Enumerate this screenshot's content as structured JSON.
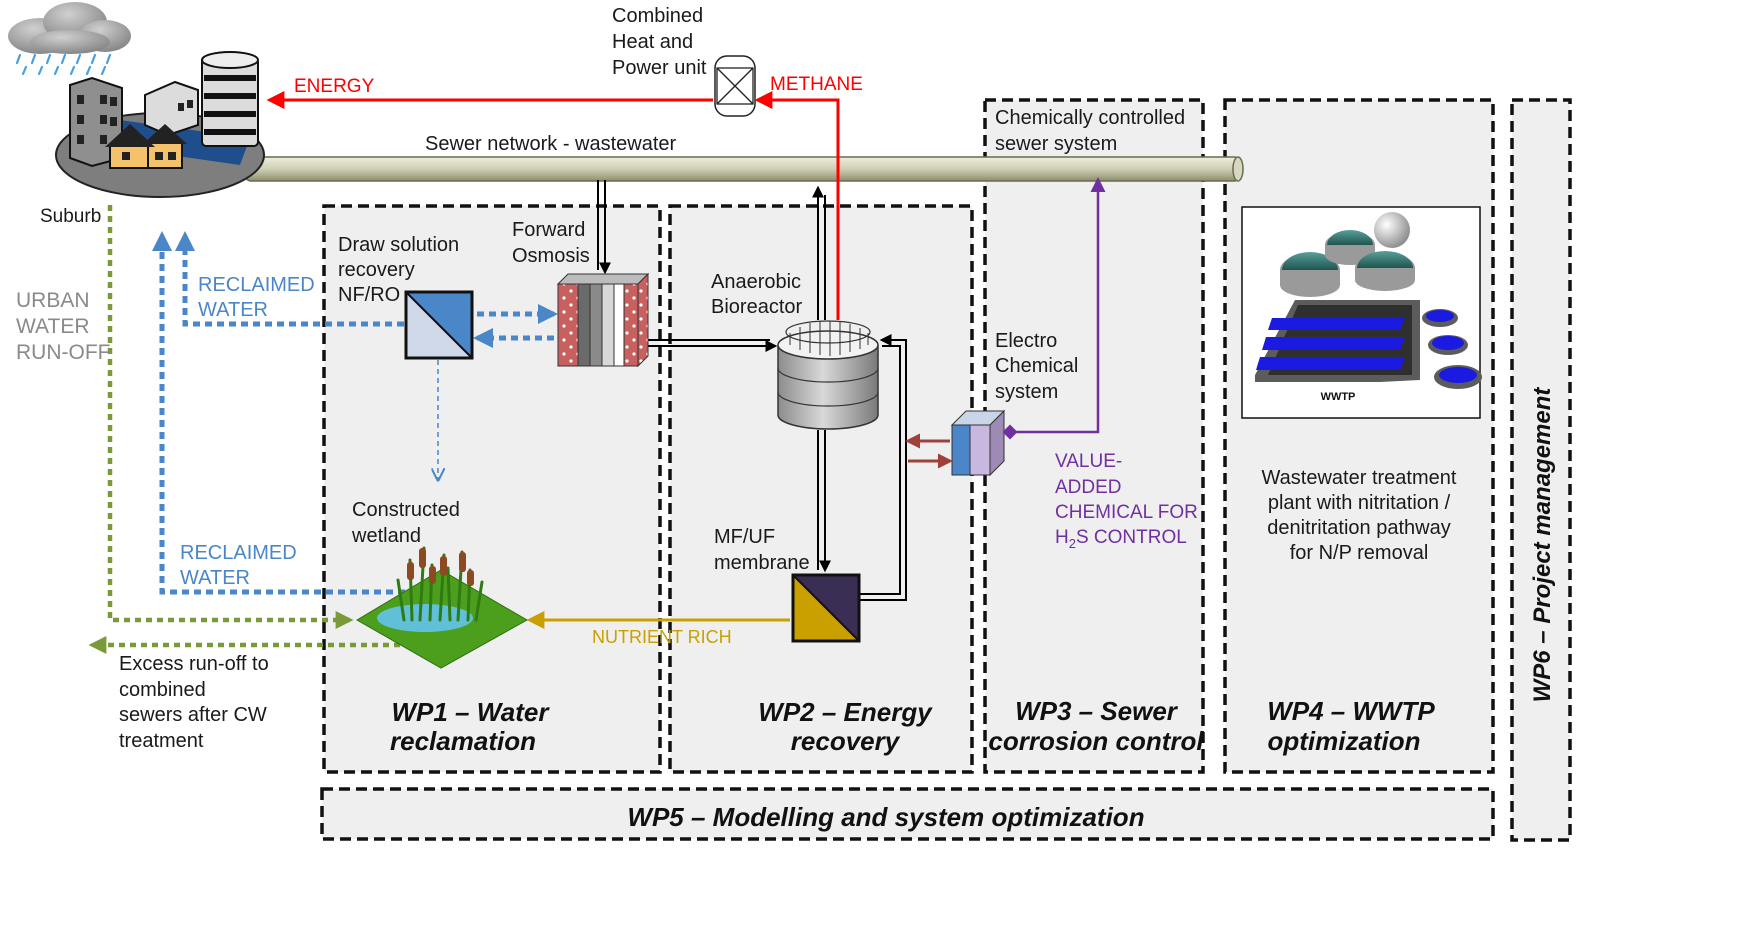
{
  "labels": {
    "chp_line1": "Combined",
    "chp_line2": "Heat and",
    "chp_line3": "Power unit",
    "energy": "ENERGY",
    "methane": "METHANE",
    "sewer_network": "Sewer network - wastewater",
    "chem_sewer_line1": "Chemically controlled",
    "chem_sewer_line2": "sewer system",
    "suburb": "Suburb",
    "urban_line1": "URBAN",
    "urban_line2": "WATER",
    "urban_line3": "RUN-OFF",
    "reclaimed_top_line1": "RECLAIMED",
    "reclaimed_top_line2": "WATER",
    "draw_line1": "Draw solution",
    "draw_line2": "recovery",
    "draw_line3": "NF/RO",
    "fo_line1": "Forward",
    "fo_line2": "Osmosis",
    "anaerobic_line1": "Anaerobic",
    "anaerobic_line2": "Bioreactor",
    "electro_line1": "Electro",
    "electro_line2": "Chemical",
    "electro_line3": "system",
    "value_line1": "VALUE-",
    "value_line2": "ADDED",
    "value_line3": "CHEMICAL FOR",
    "value_line4_pre": "H",
    "value_line4_sub": "2",
    "value_line4_post": "S CONTROL",
    "wwtp_icon": "WWTP",
    "wwtp_desc_line1": "Wastewater treatment",
    "wwtp_desc_line2": "plant with nitritation /",
    "wwtp_desc_line3": "denitritation pathway",
    "wwtp_desc_line4": "for N/P removal",
    "cw_line1": "Constructed",
    "cw_line2": "wetland",
    "reclaimed_bottom_line1": "RECLAIMED",
    "reclaimed_bottom_line2": "WATER",
    "mfuf_line1": "MF/UF",
    "mfuf_line2": "membrane",
    "nutrient": "NUTRIENT RICH",
    "excess_line1": "Excess run-off to",
    "excess_line2": "combined",
    "excess_line3": "sewers after CW",
    "excess_line4": "treatment"
  },
  "work_packages": {
    "wp1_line1": "WP1 – Water",
    "wp1_line2": "reclamation",
    "wp2_line1": "WP2 – Energy",
    "wp2_line2": "recovery",
    "wp3_line1": "WP3 – Sewer",
    "wp3_line2": "corrosion control",
    "wp4_line1": "WP4 – WWTP",
    "wp4_line2": "optimization",
    "wp5": "WP5 – Modelling and system optimization",
    "wp6": "WP6 – Project management"
  },
  "colors": {
    "energy_red": "#ff0000",
    "reclaimed_blue": "#4a86c8",
    "runoff_green": "#7a9a3a",
    "nutrient_gold": "#c9a000",
    "chemical_purple": "#7030a0",
    "electro_arrow_brown": "#a0403a"
  }
}
